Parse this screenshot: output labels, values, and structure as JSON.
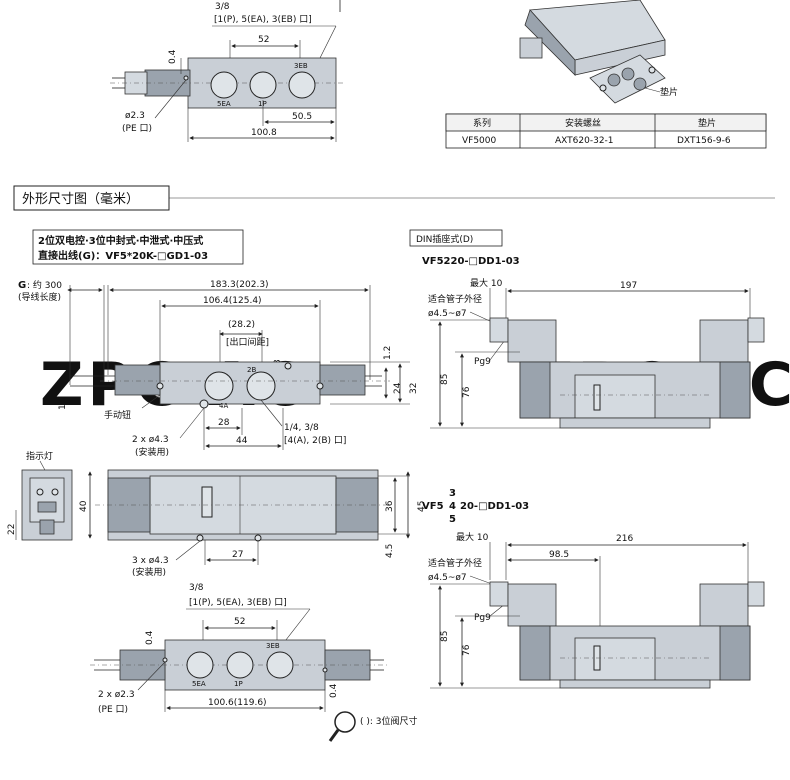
{
  "watermark": {
    "left": "ZPC AC",
    "right": "ZPC AC"
  },
  "top_drawing": {
    "port_size": "3/8",
    "port_desc": "[1(P), 5(EA), 3(EB) 口]",
    "dim_52": "52",
    "dim_04": "0.4",
    "port_3eb": "3EB",
    "port_5ea": "5EA",
    "port_1p": "1P",
    "pe_dia": "ø2.3",
    "pe_label": "(PE 口)",
    "dim_505": "50.5",
    "dim_1008": "100.8"
  },
  "gasket_image_label": "垫片",
  "parts_table": {
    "headers": [
      "系列",
      "安装螺丝",
      "垫片"
    ],
    "rows": [
      [
        "VF5000",
        "AXT620-32-1",
        "DXT156-9-6"
      ]
    ]
  },
  "section_title": "外形尺寸图（毫米）",
  "subtitle": {
    "line1": "2位双电控·3位中封式·中泄式·中压式",
    "line2": "直接出线(G)：VF5*20K-□GD1-03"
  },
  "left_dims": {
    "g_label": "G",
    "g_text": ": 约 300",
    "g_note": "(导线长度)",
    "d1833": "183.3(202.3)",
    "d1064": "106.4(125.4)",
    "d282": "(28.2)",
    "d282_note": "[出口间距]",
    "d3": "3",
    "d12a": "1.2",
    "d12b": "1.2",
    "d24": "24",
    "d32": "32",
    "port_2b": "2B",
    "port_4a": "4A",
    "manual_button": "手动钮",
    "mount_holes": "2 x ø4.3",
    "mount_note": "(安装用)",
    "d28": "28",
    "d44": "44",
    "port_size2": "1/4, 3/8",
    "port_desc2": "[4(A), 2(B) 口]",
    "indicator": "指示灯",
    "d22": "22",
    "d40": "40",
    "d36": "36",
    "d45": "45",
    "d45b": "4.5",
    "mount_holes3": "3 x ø4.3",
    "mount_note3": "(安装用)",
    "d27": "27",
    "bottom_port_size": "3/8",
    "bottom_port_desc": "[1(P), 5(EA), 3(EB) 口]",
    "bottom_d52": "52",
    "bottom_d04a": "0.4",
    "bottom_d04b": "0.4",
    "bottom_3eb": "3EB",
    "bottom_5ea": "5EA",
    "bottom_1p": "1P",
    "bottom_pe": "2 x ø2.3",
    "bottom_pe_note": "(PE 口)",
    "bottom_d1006": "100.6(119.6)"
  },
  "legend_note": "( ): 3位阀尺寸",
  "din": {
    "box_label": "DIN插座式(D)",
    "model1": "VF5220-□DD1-03",
    "max10a": "最大 10",
    "d197": "197",
    "fit_od_a": "适合管子外径",
    "fit_range_a": "ø4.5~ø7",
    "pg9a": "Pg9",
    "d85a": "85",
    "d76a": "76",
    "model2_prefix": "VF5",
    "model2_a": "3",
    "model2_b": "4",
    "model2_c": "5",
    "model2_suffix": "20-□DD1-03",
    "max10b": "最大 10",
    "d985": "98.5",
    "d216": "216",
    "fit_od_b": "适合管子外径",
    "fit_range_b": "ø4.5~ø7",
    "pg9b": "Pg9",
    "d85b": "85",
    "d76b": "76"
  }
}
